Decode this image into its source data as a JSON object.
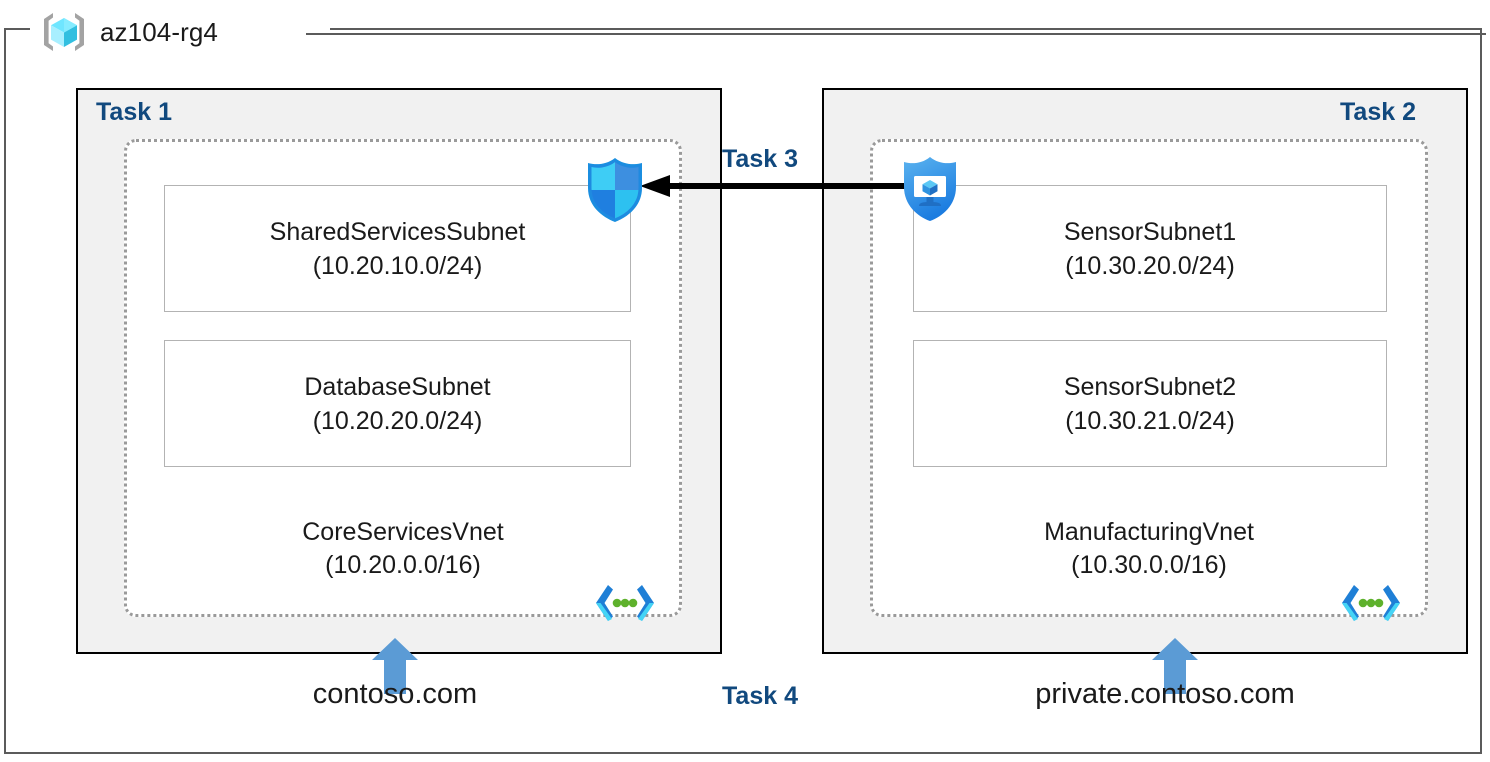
{
  "resource_group": {
    "name": "az104-rg4",
    "icon": "azure-resource-group-cube-icon"
  },
  "tasks": {
    "task1_label": "Task 1",
    "task2_label": "Task 2",
    "task3_label": "Task 3",
    "task4_label": "Task 4"
  },
  "vnets": [
    {
      "id": "core",
      "name": "CoreServicesVnet",
      "cidr": "(10.20.0.0/16)",
      "icon": "virtual-network-icon",
      "subnets": [
        {
          "name": "SharedServicesSubnet",
          "cidr": "(10.20.10.0/24)"
        },
        {
          "name": "DatabaseSubnet",
          "cidr": "(10.20.20.0/24)"
        }
      ],
      "dns_zone": "contoso.com"
    },
    {
      "id": "manufacturing",
      "name": "ManufacturingVnet",
      "cidr": "(10.30.0.0/16)",
      "icon": "virtual-network-icon",
      "subnets": [
        {
          "name": "SensorSubnet1",
          "cidr": "(10.30.20.0/24)"
        },
        {
          "name": "SensorSubnet2",
          "cidr": "(10.30.21.0/24)"
        }
      ],
      "dns_zone": "private.contoso.com"
    }
  ],
  "icons": {
    "nsg_shield": "network-security-group-shield-icon",
    "vm_shield": "protected-virtual-machine-shield-icon",
    "peering_arrow": "peering-arrow-left-icon",
    "dns_arrow": "dns-up-arrow-icon"
  },
  "colors": {
    "task_label": "#11497e",
    "panel_fill": "#f1f1f1",
    "panel_border": "#000000",
    "vnet_dotted_border": "#9a9a9a",
    "subnet_border": "#b3b3b3",
    "frame_border": "#5b5b5b",
    "cube_cyan": "#50e6ff",
    "shield_blue": "#1b8ae5",
    "dns_arrow_blue": "#5b9bd5",
    "vnet_dot_green": "#5eb12c"
  }
}
